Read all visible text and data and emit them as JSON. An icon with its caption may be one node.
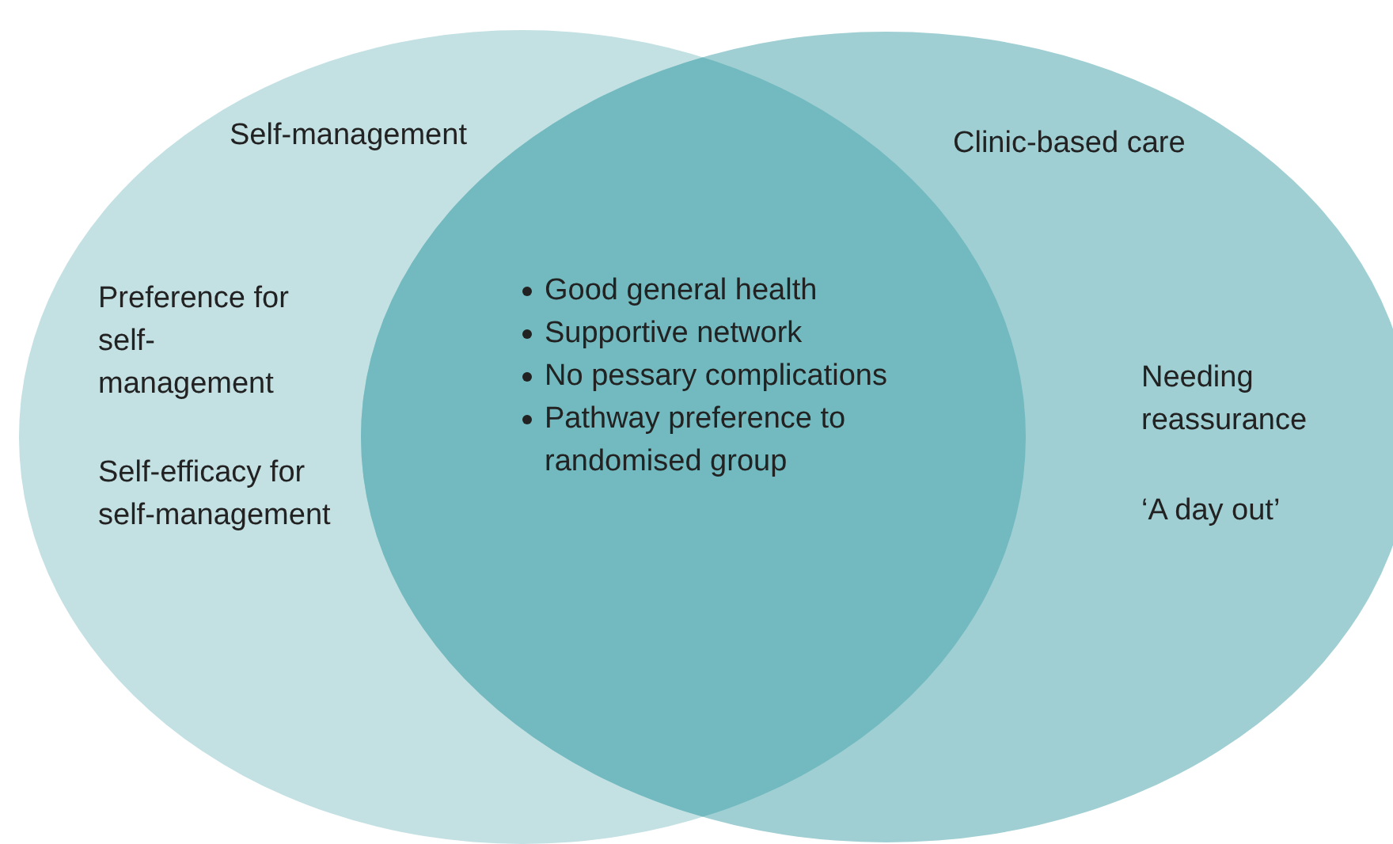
{
  "diagram": {
    "nodes": [
      {
        "text": [
          "Self-management",
          "Preference for self-management",
          "Self-efficacy for self-management"
        ]
      },
      {
        "text": [
          "Clinic-based care",
          "Needing reassurance",
          "‘A day out’"
        ]
      },
      {
        "text": [
          "Good general health",
          "Supportive network",
          "No pessary complications",
          "Pathway preference to randomised group"
        ]
      }
    ]
  }
}
